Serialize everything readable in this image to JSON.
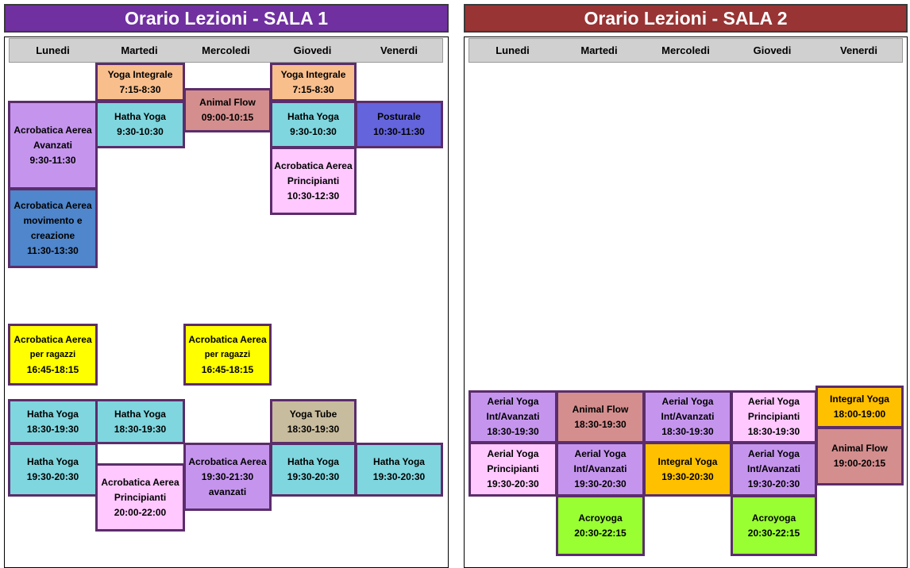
{
  "sala1": {
    "title": "Orario Lezioni - SALA 1",
    "days": [
      "Lunedi",
      "Martedi",
      "Mercoledi",
      "Giovedi",
      "Venerdi"
    ],
    "classes": {
      "mar_yoga_integrale": {
        "name": "Yoga Integrale",
        "time": "7:15-8:30"
      },
      "gio_yoga_integrale": {
        "name": "Yoga Integrale",
        "time": "7:15-8:30"
      },
      "mer_animal_flow": {
        "name": "Animal Flow",
        "time": "09:00-10:15"
      },
      "lun_acro_avanzati": {
        "line1": "Acrobatica Aerea",
        "line2": "Avanzati",
        "time": "9:30-11:30"
      },
      "mar_hatha_morning": {
        "name": "Hatha Yoga",
        "time": "9:30-10:30"
      },
      "gio_hatha_morning": {
        "name": "Hatha Yoga",
        "time": "9:30-10:30"
      },
      "ven_posturale": {
        "name": "Posturale",
        "time": "10:30-11:30"
      },
      "gio_acro_principianti": {
        "line1": "Acrobatica Aerea",
        "line2": "Principianti",
        "time": "10:30-12:30"
      },
      "lun_acro_movimento": {
        "line1": "Acrobatica Aerea",
        "line2": "movimento e",
        "line3": "creazione",
        "time": "11:30-13:30"
      },
      "lun_acro_ragazzi": {
        "line1": "Acrobatica Aerea",
        "line2": "per ragazzi",
        "time": "16:45-18:15"
      },
      "mer_acro_ragazzi": {
        "line1": "Acrobatica Aerea",
        "line2": "per ragazzi",
        "time": "16:45-18:15"
      },
      "lun_hatha_1830": {
        "name": "Hatha Yoga",
        "time": "18:30-19:30"
      },
      "mar_hatha_1830": {
        "name": "Hatha Yoga",
        "time": "18:30-19:30"
      },
      "gio_yoga_tube": {
        "name": "Yoga Tube",
        "time": "18:30-19:30"
      },
      "lun_hatha_1930": {
        "name": "Hatha Yoga",
        "time": "19:30-20:30"
      },
      "mer_acro_avanzati": {
        "line1": "Acrobatica Aerea",
        "time": "19:30-21:30",
        "line3": "avanzati"
      },
      "gio_hatha_1930": {
        "name": "Hatha Yoga",
        "time": "19:30-20:30"
      },
      "ven_hatha_1930": {
        "name": "Hatha Yoga",
        "time": "19:30-20:30"
      },
      "mar_acro_principianti": {
        "line1": "Acrobatica Aerea",
        "line2": "Principianti",
        "time": "20:00-22:00"
      }
    }
  },
  "sala2": {
    "title": "Orario Lezioni - SALA 2",
    "days": [
      "Lunedi",
      "Martedi",
      "Mercoledi",
      "Giovedi",
      "Venerdi"
    ],
    "classes": {
      "ven_integral_1800": {
        "name": "Integral Yoga",
        "time": "18:00-19:00"
      },
      "lun_aerial_int_1830": {
        "line1": "Aerial Yoga",
        "line2": "Int/Avanzati",
        "time": "18:30-19:30"
      },
      "mar_animal_1830": {
        "name": "Animal Flow",
        "time": "18:30-19:30"
      },
      "mer_aerial_int_1830": {
        "line1": "Aerial Yoga",
        "line2": "Int/Avanzati",
        "time": "18:30-19:30"
      },
      "gio_aerial_princ_1830": {
        "line1": "Aerial Yoga",
        "line2": "Principianti",
        "time": "18:30-19:30"
      },
      "ven_animal_1900": {
        "name": "Animal Flow",
        "time": "19:00-20:15"
      },
      "lun_aerial_princ_1930": {
        "line1": "Aerial Yoga",
        "line2": "Principianti",
        "time": "19:30-20:30"
      },
      "mar_aerial_int_1930": {
        "line1": "Aerial Yoga",
        "line2": "Int/Avanzati",
        "time": "19:30-20:30"
      },
      "mer_integral_1930": {
        "name": "Integral Yoga",
        "time": "19:30-20:30"
      },
      "gio_aerial_int_1930": {
        "line1": "Aerial Yoga",
        "line2": "Int/Avanzati",
        "time": "19:30-20:30"
      },
      "mar_acroyoga": {
        "name": "Acroyoga",
        "time": "20:30-22:15"
      },
      "gio_acroyoga": {
        "name": "Acroyoga",
        "time": "20:30-22:15"
      }
    }
  },
  "colors": {
    "banner1": "#7030a0",
    "banner2": "#983434",
    "cell_border": "#5b2d6b",
    "day_header": "#d0d0d0"
  }
}
